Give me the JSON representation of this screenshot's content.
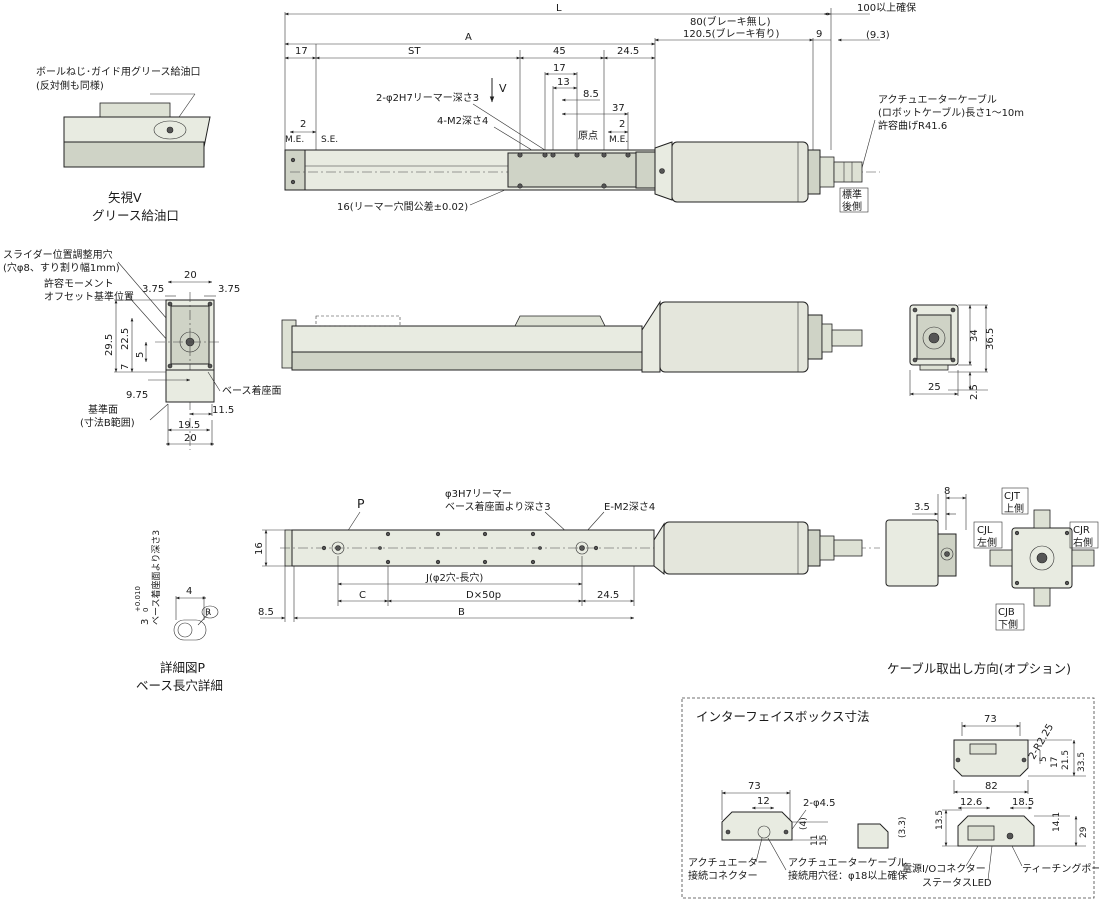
{
  "top_view": {
    "dim_L": "L",
    "dim_80": "80(ブレーキ無し)",
    "dim_1205": "120.5(ブレーキ有り)",
    "dim_9": "9",
    "dim_100": "100以上確保",
    "dim_93": "(9.3)",
    "dim_17": "17",
    "dim_ST": "ST",
    "dim_A": "A",
    "dim_45": "45",
    "dim_245": "24.5",
    "dim_17b": "17",
    "dim_13": "13",
    "dim_85": "8.5",
    "dim_37": "37",
    "dim_2a": "2",
    "dim_2b": "2",
    "me_left": "M.E.",
    "se": "S.E.",
    "me_right": "M.E.",
    "origin": "原点",
    "pin_hole": "2-φ2H7リーマー深さ3",
    "tap": "4-M2深さ4",
    "view_v": "V",
    "reamer_pitch": "16(リーマー穴間公差±0.02)",
    "cable_1": "アクチュエーターケーブル",
    "cable_2": "(ロボットケーブル)長さ1～10m",
    "cable_3": "許容曲げR41.6",
    "std_1": "標準",
    "std_2": "後側"
  },
  "view_v": {
    "grease_1": "ボールねじ･ガイド用グリース給油口",
    "grease_2": "(反対側も同様)",
    "title_1": "矢視V",
    "title_2": "グリース給油口"
  },
  "end_view": {
    "slider_1": "スライダー位置調整用穴",
    "slider_2": "(穴φ8、すり割り幅1mm)",
    "moment_1": "許容モーメント",
    "moment_2": "オフセット基準位置",
    "dim_20a": "20",
    "dim_375a": "3.75",
    "dim_375b": "3.75",
    "dim_295": "29.5",
    "dim_225": "22.5",
    "dim_7": "7",
    "dim_5": "5",
    "dim_975": "9.75",
    "base_seat": "ベース着座面",
    "dim_115": "11.5",
    "ref_1": "基準面",
    "ref_2": "(寸法B範囲)",
    "dim_195": "19.5",
    "dim_20b": "20"
  },
  "motor_end": {
    "dim_34": "34",
    "dim_365": "36.5",
    "dim_25": "25",
    "dim_25b": "2.5"
  },
  "bottom_view": {
    "p_label": "P",
    "reamer_1": "φ3H7リーマー",
    "reamer_2": "ベース着座面より深さ3",
    "e_tap": "E-M2深さ4",
    "dim_16": "16",
    "dim_J": "J(φ2穴-長穴)",
    "dim_C": "C",
    "dim_D": "D×50p",
    "dim_245": "24.5",
    "dim_85": "8.5",
    "dim_B": "B"
  },
  "detail_p": {
    "depth": "ベース着座面より深さ3",
    "fit": "3",
    "tol_up": "+0.010",
    "tol_low": "0",
    "dim_4": "4",
    "r": "R",
    "title_1": "詳細図P",
    "title_2": "ベース長穴詳細"
  },
  "cable_dir": {
    "dim_35": "3.5",
    "dim_8": "8",
    "cjt_1": "CJT",
    "cjt_2": "上側",
    "cjl_1": "CJL",
    "cjl_2": "左側",
    "cjr_1": "CJR",
    "cjr_2": "右側",
    "cjb_1": "CJB",
    "cjb_2": "下側",
    "title": "ケーブル取出し方向(オプション)"
  },
  "ibox": {
    "title": "インターフェイスボックス寸法",
    "dim_73a": "73",
    "r225": "2-R2.25",
    "dim_5": "5",
    "dim_17": "17",
    "dim_215": "21.5",
    "dim_335": "33.5",
    "dim_82": "82",
    "dim_73b": "73",
    "dim_12": "12",
    "phi45": "2-φ4.5",
    "dim_4p": "(4)",
    "dim_11": "11",
    "dim_15": "15",
    "dim_33": "(3.3)",
    "dim_135": "13.5",
    "dim_126": "12.6",
    "dim_185": "18.5",
    "dim_141": "14.1",
    "dim_29": "29",
    "act_conn_1": "アクチュエーター",
    "act_conn_2": "接続コネクター",
    "act_cable_1": "アクチュエーターケーブル",
    "act_cable_2": "接続用穴径：φ18以上確保",
    "power": "電源I/Oコネクター",
    "teach": "ティーチングポート",
    "led": "ステータスLED"
  }
}
